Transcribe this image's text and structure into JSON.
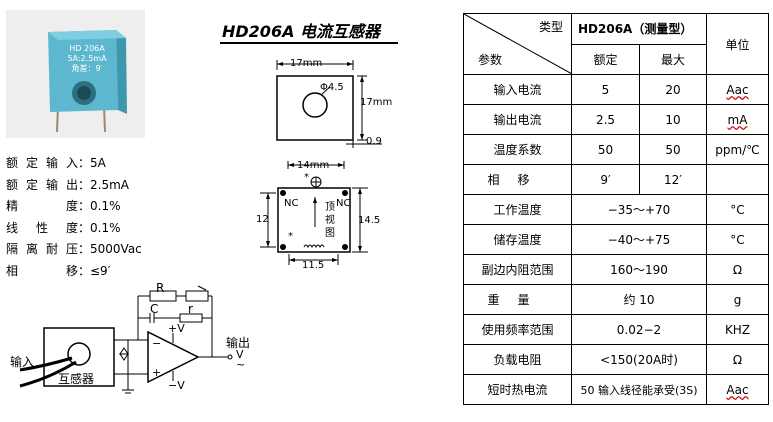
{
  "title": "HD206A  电流互感器",
  "product_label": {
    "line1": "HD 206A",
    "line2": "5A:2.5mA",
    "line3": "角差：9′"
  },
  "specs": [
    {
      "label": "额定输入",
      "value": "：5A"
    },
    {
      "label": "额定输出",
      "value": "：2.5mA"
    },
    {
      "label": "精度",
      "value": "：0.1%"
    },
    {
      "label": "线性度",
      "value": "：0.1%"
    },
    {
      "label": "隔离耐压",
      "value": "：5000Vac"
    },
    {
      "label": "相移",
      "value": "：≤9′"
    }
  ],
  "dims": {
    "width17": "17mm",
    "hole": "Φ4.5",
    "height17": "17mm",
    "pin09": "0.9",
    "pin14": "14mm",
    "h12": "12",
    "h145": "14.5",
    "w115": "11.5",
    "nc": "NC",
    "top": "顶",
    "view": "视",
    "fig": "图",
    "star": "*"
  },
  "circuit": {
    "R": "R",
    "C": "C",
    "r": "r",
    "plusV": "+V",
    "minusV": "−V",
    "minus": "−",
    "plus": "+",
    "input": "输入",
    "ct": "互感器",
    "output": "输出",
    "V": "V",
    "tilde": "~"
  },
  "table": {
    "header": {
      "type": "类型",
      "param": "参数",
      "model": "HD206A（测量型）",
      "rated": "额定",
      "max": "最大",
      "unit": "单位"
    },
    "rows": [
      {
        "param": "输入电流",
        "rated": "5",
        "max": "20",
        "unit": "Aac"
      },
      {
        "param": "输出电流",
        "rated": "2.5",
        "max": "10",
        "unit": "mA"
      },
      {
        "param": "温度系数",
        "rated": "50",
        "max": "50",
        "unit": "ppm/℃"
      },
      {
        "param": "相移",
        "rated": "9′",
        "max": "12′",
        "unit": ""
      },
      {
        "param": "工作温度",
        "span": "−35～+70",
        "unit": "°C"
      },
      {
        "param": "储存温度",
        "span": "−40～+75",
        "unit": "°C"
      },
      {
        "param": "副边内阻范围",
        "span": "160～190",
        "unit": "Ω"
      },
      {
        "param": "重量",
        "span": "约 10",
        "unit": "g"
      },
      {
        "param": "使用频率范围",
        "span": "0.02−2",
        "unit": "KHZ"
      },
      {
        "param": "负载电阻",
        "span": "<150(20A时)",
        "unit": "Ω"
      },
      {
        "param": "短时热电流",
        "span": "50 输入线径能承受(3S)",
        "unit": "Aac"
      }
    ]
  }
}
